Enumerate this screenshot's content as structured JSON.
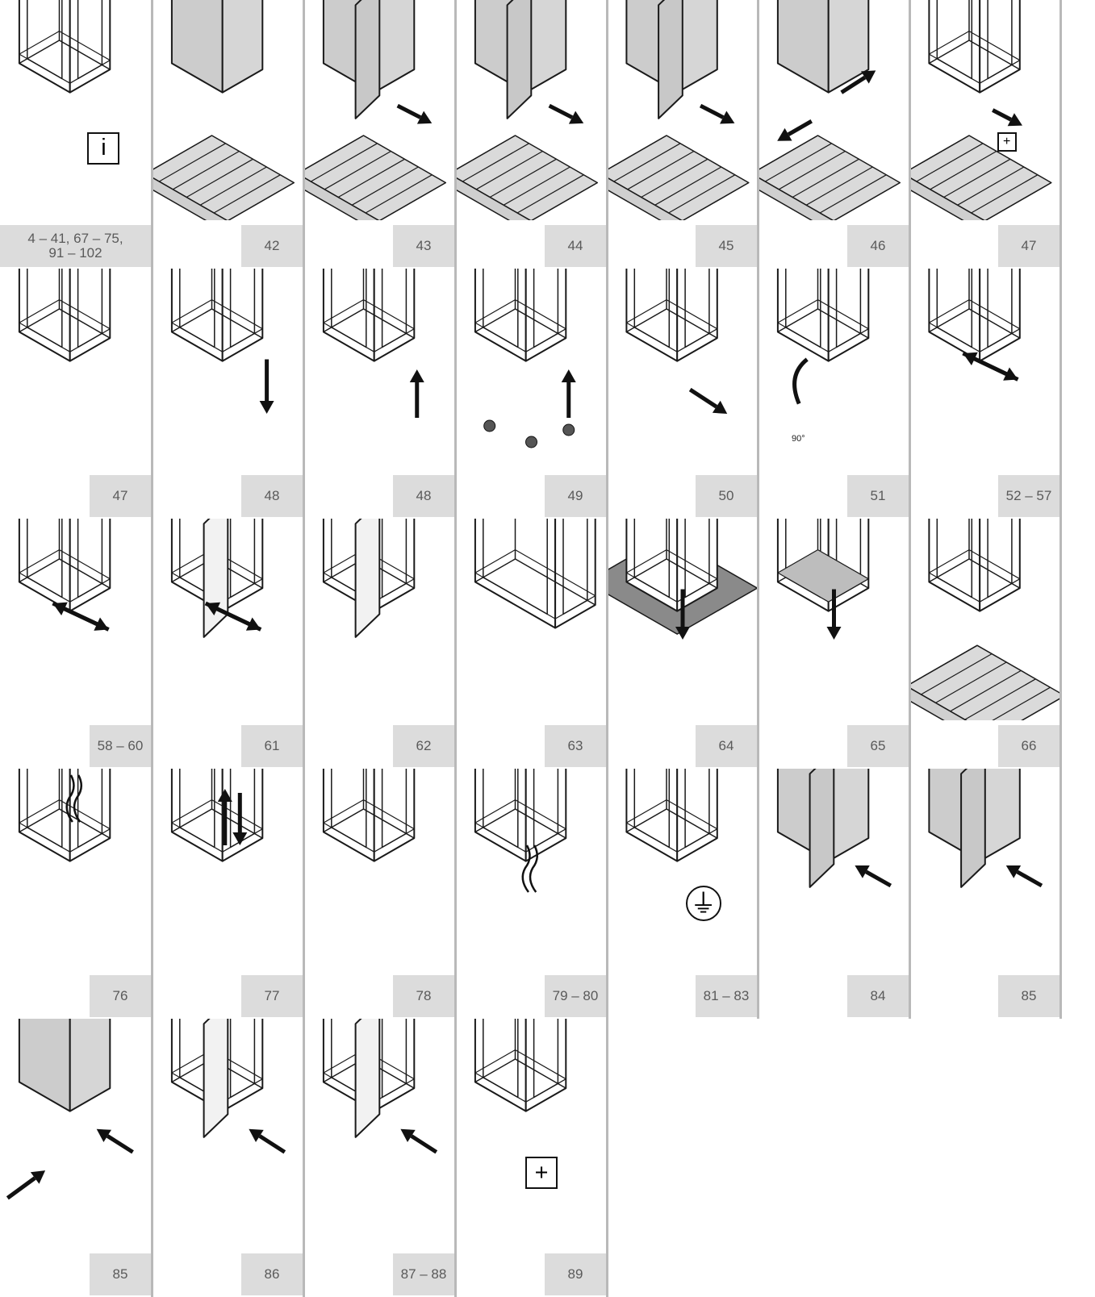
{
  "page": {
    "illustration_icon_names": [
      "enclosure-frame-icon",
      "pallet-icon",
      "door-icon",
      "side-panel-icon",
      "arrow-icon",
      "info-icon",
      "plus-icon",
      "earth-ground-icon",
      "cable-icon",
      "roof-plate-icon",
      "castor-icon",
      "floor-plate-icon",
      "rotate-arrow-icon"
    ],
    "colors": {
      "label_bg": "#dcdcdc",
      "label_text": "#5a5a5a",
      "divider": "#b9b9b9",
      "panel_fill": "#cccccc",
      "stroke": "#1a1a1a"
    },
    "rows": [
      [
        {
          "id": "info",
          "label": "4 – 41, 67 – 75,\n91 – 102",
          "wide": true
        },
        {
          "id": "pallet-sides",
          "label": "42"
        },
        {
          "id": "door-remove",
          "label": "43"
        },
        {
          "id": "side-remove",
          "label": "44"
        },
        {
          "id": "panel-remove",
          "label": "45"
        },
        {
          "id": "rear-panels",
          "label": "46"
        },
        {
          "id": "pallet-base",
          "label": "47"
        }
      ],
      [
        {
          "id": "pallet-tip",
          "label": "47"
        },
        {
          "id": "floor-lower",
          "label": "48"
        },
        {
          "id": "base-lift",
          "label": "48"
        },
        {
          "id": "castors",
          "label": "49"
        },
        {
          "id": "move-out",
          "label": "50"
        },
        {
          "id": "tilt-90",
          "label": "51",
          "angle_text": "90°"
        },
        {
          "id": "rails-inout",
          "label": "52 – 57"
        }
      ],
      [
        {
          "id": "rails-diag",
          "label": "58 – 60"
        },
        {
          "id": "frame-door",
          "label": "61"
        },
        {
          "id": "door-open",
          "label": "62"
        },
        {
          "id": "double-bay",
          "label": "63"
        },
        {
          "id": "floor-plate",
          "label": "64"
        },
        {
          "id": "insert-down",
          "label": "65"
        },
        {
          "id": "on-pallet",
          "label": "66"
        }
      ],
      [
        {
          "id": "cable-top",
          "label": "76"
        },
        {
          "id": "roof-updown",
          "label": "77"
        },
        {
          "id": "roof-plate",
          "label": "78"
        },
        {
          "id": "cable-inside",
          "label": "79 – 80"
        },
        {
          "id": "earth",
          "label": "81 – 83"
        },
        {
          "id": "door-fit",
          "label": "84"
        },
        {
          "id": "side-fit",
          "label": "85"
        }
      ],
      [
        {
          "id": "panels-fit",
          "label": "85"
        },
        {
          "id": "glass-door",
          "label": "86"
        },
        {
          "id": "glass-door-2",
          "label": "87 – 88"
        },
        {
          "id": "plus-frame",
          "label": "89"
        }
      ]
    ]
  }
}
